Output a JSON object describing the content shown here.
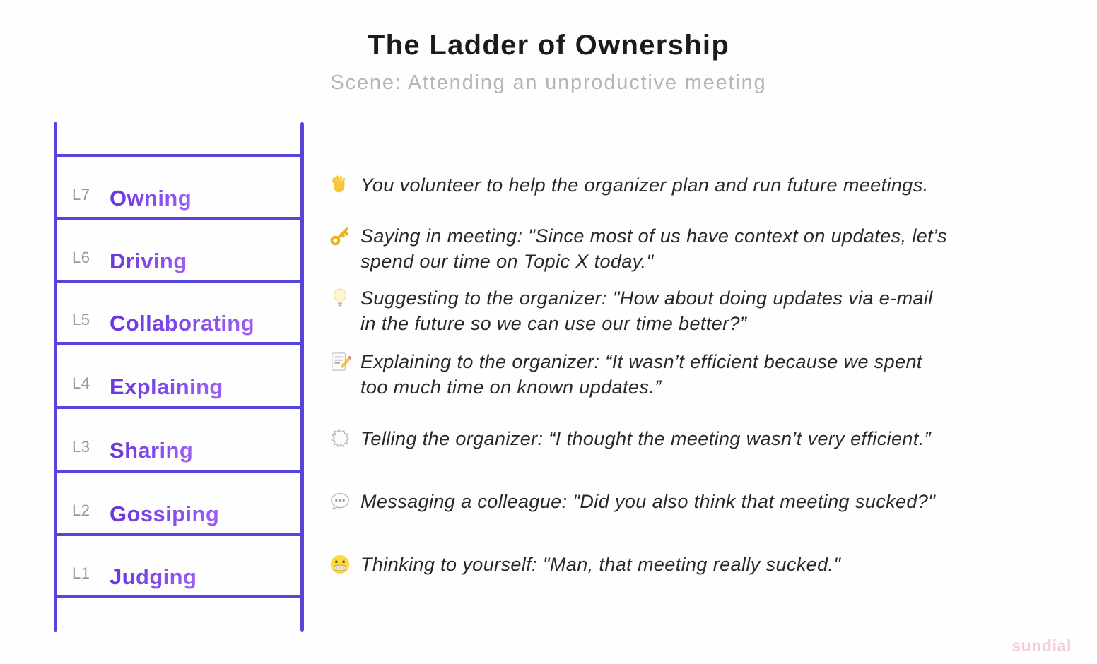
{
  "header": {
    "title": "The Ladder of Ownership",
    "subtitle": "Scene: Attending an unproductive meeting"
  },
  "ladder": {
    "levels": [
      {
        "id": "L7",
        "name": "Owning",
        "icon": "raised-hand-icon",
        "text": "You volunteer to help the organizer plan and run future meetings."
      },
      {
        "id": "L6",
        "name": "Driving",
        "icon": "key-icon",
        "text": "Saying in meeting: \"Since most of us have context on updates, let’s\nspend our time on Topic X today.\""
      },
      {
        "id": "L5",
        "name": "Collaborating",
        "icon": "light-bulb-icon",
        "text": "Suggesting to the organizer: \"How about doing updates via e-mail\nin the future so we can use our time better?”"
      },
      {
        "id": "L4",
        "name": "Explaining",
        "icon": "memo-icon",
        "text": "Explaining to the organizer: “It wasn’t efficient because we spent\ntoo much time on known updates.”"
      },
      {
        "id": "L3",
        "name": "Sharing",
        "icon": "burst-speech-bubble-icon",
        "text": "Telling the organizer: “I thought the meeting wasn’t very efficient.”"
      },
      {
        "id": "L2",
        "name": "Gossiping",
        "icon": "speech-bubble-dots-icon",
        "text": "Messaging a colleague: \"Did you also think that meeting sucked?\""
      },
      {
        "id": "L1",
        "name": "Judging",
        "icon": "grimacing-face-icon",
        "text": "Thinking to yourself: \"Man, that meeting really sucked.\""
      }
    ]
  },
  "watermark": "sundial",
  "theme": {
    "rail": "#5645d8",
    "level-name": "#7d44e6",
    "level-id": "#97979d",
    "annotation-text": "#28282a",
    "watermark": "#f4cdd9"
  }
}
